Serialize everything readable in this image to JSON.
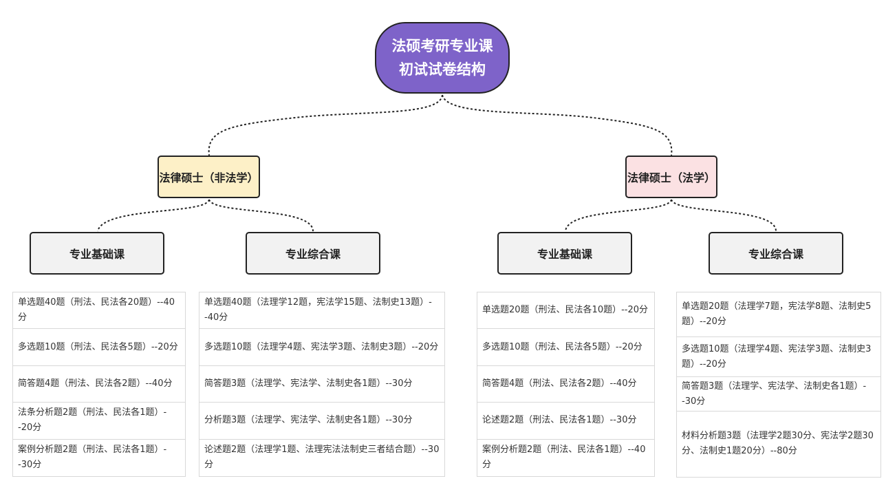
{
  "root": {
    "line1": "法硕考研专业课",
    "line2": "初试试卷结构"
  },
  "branches": [
    {
      "label": "法律硕士（非法学）",
      "courses": [
        {
          "label": "专业基础课",
          "items": [
            "单选题40题（刑法、民法各20题）--40分",
            "多选题10题（刑法、民法各5题）--20分",
            "简答题4题（刑法、民法各2题）--40分",
            "法条分析题2题（刑法、民法各1题）--20分",
            "案例分析题2题（刑法、民法各1题）--30分"
          ]
        },
        {
          "label": "专业综合课",
          "items": [
            "单选题40题（法理学12题，宪法学15题、法制史13题）--40分",
            "多选题10题（法理学4题、宪法学3题、法制史3题）--20分",
            "简答题3题（法理学、宪法学、法制史各1题）--30分",
            "分析题3题（法理学、宪法学、法制史各1题）--30分",
            "论述题2题（法理学1题、法理宪法法制史三者结合题）--30分"
          ]
        }
      ]
    },
    {
      "label": "法律硕士（法学）",
      "courses": [
        {
          "label": "专业基础课",
          "items": [
            "单选题20题（刑法、民法各10题）--20分",
            "多选题10题（刑法、民法各5题）--20分",
            "简答题4题（刑法、民法各2题）--40分",
            "论述题2题（刑法、民法各1题）--30分",
            "案例分析题2题（刑法、民法各1题）--40分"
          ]
        },
        {
          "label": "专业综合课",
          "items": [
            "单选题20题（法理学7题，宪法学8题、法制史5题）--20分",
            "多选题10题（法理学4题、宪法学3题、法制史3题）--20分",
            "简答题3题（法理学、宪法学、法制史各1题）--30分",
            "材料分析题3题（法理学2题30分、宪法学2题30分、法制史1题20分）--80分"
          ]
        }
      ]
    }
  ],
  "colors": {
    "root": "#7e63c9",
    "branch_left": "#fdf0c7",
    "branch_right": "#fbe1e3",
    "course": "#f2f2f2",
    "connector": "#222222"
  }
}
